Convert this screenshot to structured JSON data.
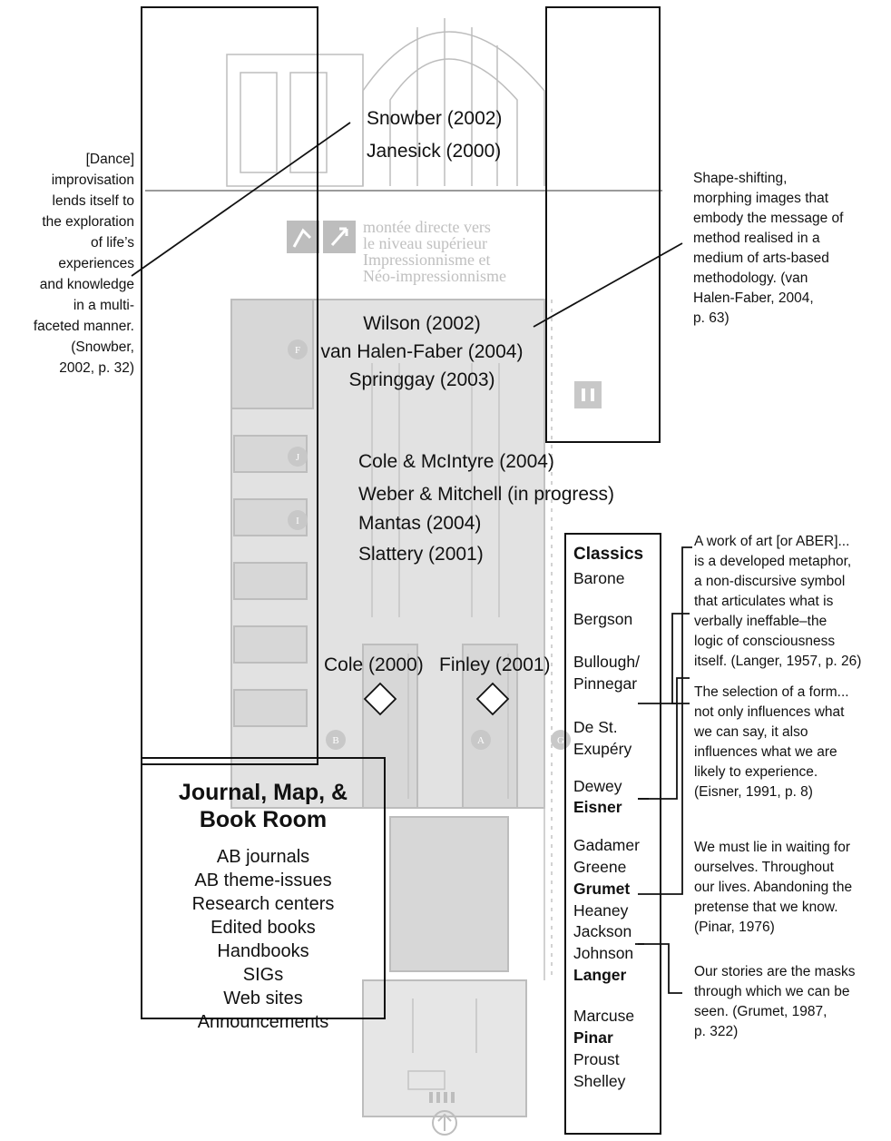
{
  "citations": {
    "snowber": "Snowber (2002)",
    "janesick": "Janesick (2000)",
    "wilson": "Wilson (2002)",
    "vanhalen": "van Halen-Faber (2004)",
    "springgay": "Springgay (2003)",
    "cole_mcintyre": "Cole & McIntyre (2004)",
    "weber_mitchell": "Weber & Mitchell (in progress)",
    "mantas": "Mantas (2004)",
    "slattery": "Slattery (2001)",
    "cole": "Cole (2000)",
    "finley": "Finley (2001)"
  },
  "left_quote": [
    "[Dance]",
    "improvisation",
    "lends itself to",
    "the exploration",
    "of life’s",
    "experiences",
    "and knowledge",
    "in a multi-",
    "faceted manner.",
    "(Snowber,",
    "2002, p. 32)"
  ],
  "right_top_quote": [
    "Shape-shifting,",
    "morphing images that",
    "embody the message of",
    "method realised in a",
    "medium of arts-based",
    "methodology. (van",
    "Halen-Faber, 2004,",
    "p. 63)"
  ],
  "journal_room": {
    "title_line1": "Journal, Map, &",
    "title_line2": "Book Room",
    "items": [
      "AB journals",
      "AB theme-issues",
      "Research centers",
      "Edited books",
      "Handbooks",
      "SIGs",
      "Web sites",
      "Announcements"
    ]
  },
  "classics": {
    "heading": "Classics",
    "items": [
      "Barone",
      "Bergson",
      "Bullough/",
      "Pinnegar",
      "De St.",
      "Exupéry",
      "Dewey",
      "Eisner",
      "Gadamer",
      "Greene",
      "Grumet",
      "Heaney",
      "Jackson",
      "Johnson",
      "Langer",
      "Marcuse",
      "Pinar",
      "Proust",
      "Shelley"
    ]
  },
  "quotes_right": {
    "langer": [
      "A work of art [or ABER]...",
      "is a developed metaphor,",
      "a non-discursive symbol",
      "that articulates what is",
      "verbally ineffable–the",
      "logic of consciousness",
      "itself. (Langer, 1957, p. 26)"
    ],
    "eisner": [
      "The selection of a form...",
      "not only influences what",
      "we can say, it also",
      "influences what we are",
      "likely to experience.",
      "(Eisner, 1991, p. 8)"
    ],
    "pinar": [
      "We must lie in waiting for",
      "ourselves. Throughout",
      "our lives. Abandoning the",
      "pretense that we know.",
      "(Pinar, 1976)"
    ],
    "grumet": [
      "Our stories are the masks",
      "through which we can be",
      "seen. (Grumet, 1987,",
      "p. 322)"
    ]
  },
  "signage": [
    "montée directe vers",
    "le niveau supérieur",
    "Impressionnisme et",
    "Néo-impressionnisme"
  ],
  "map_markers": [
    "F",
    "J",
    "I",
    "B",
    "A",
    "G"
  ]
}
